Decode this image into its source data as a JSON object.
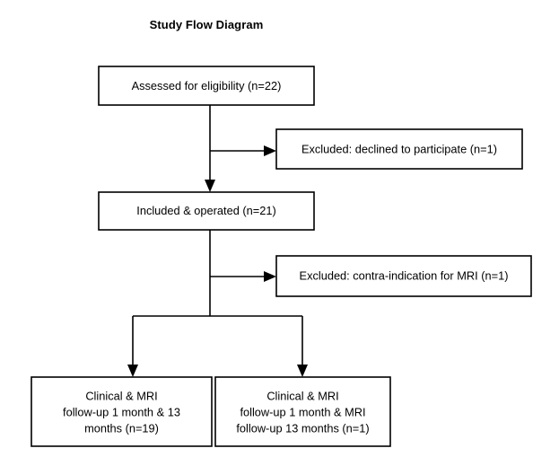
{
  "figure": {
    "title": "Study Flow Diagram",
    "line_color": "#000000",
    "box_fill": "#ffffff",
    "background": "#ffffff"
  },
  "nodes": {
    "assessed": {
      "label": "Assessed for eligibility (n=22)",
      "lines": [
        "Assessed for eligibility (n=22)"
      ]
    },
    "excluded_declined": {
      "label": "Excluded: declined to participate (n=1)",
      "lines": [
        "Excluded: declined to participate (n=1)"
      ]
    },
    "included": {
      "label": "Included & operated (n=21)",
      "lines": [
        "Included & operated (n=21)"
      ]
    },
    "excluded_mri": {
      "label": "Excluded: contra-indication for MRI (n=1)",
      "lines": [
        "Excluded: contra-indication for MRI (n=1)"
      ]
    },
    "followup_left": {
      "label": "Clinical & MRI follow-up 1 month & 13 months (n=19)",
      "lines": [
        "Clinical & MRI",
        "follow-up 1 month & 13",
        "months (n=19)"
      ]
    },
    "followup_right": {
      "label": "Clinical & MRI follow-up 1 month & MRI follow-up 13 months (n=1)",
      "lines": [
        "Clinical & MRI",
        "follow-up 1 month & MRI",
        "follow-up 13 months (n=1)"
      ]
    }
  },
  "counts": {
    "assessed": 22,
    "excluded_declined": 1,
    "included_operated": 21,
    "excluded_contraindication_mri": 1,
    "followup_full": 19,
    "followup_partial": 1
  },
  "edges": [
    {
      "from": "assessed",
      "to": "included",
      "kind": "arrow-down"
    },
    {
      "from": "assessed",
      "to": "excluded_declined",
      "kind": "arrow-right"
    },
    {
      "from": "included",
      "to": "followup_left",
      "kind": "arrow-down-split"
    },
    {
      "from": "included",
      "to": "followup_right",
      "kind": "arrow-down-split"
    },
    {
      "from": "included",
      "to": "excluded_mri",
      "kind": "arrow-right"
    }
  ]
}
